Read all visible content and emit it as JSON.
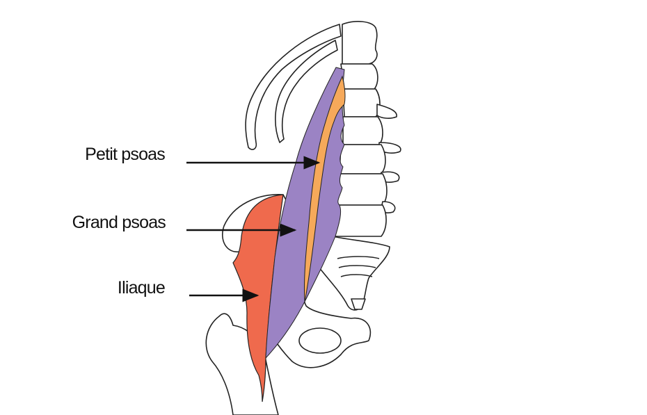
{
  "labels": {
    "petit_psoas": "Petit psoas",
    "grand_psoas": "Grand psoas",
    "iliaque": "Iliaque"
  },
  "colors": {
    "petit_psoas": "#f6a95a",
    "grand_psoas": "#9b83c4",
    "iliaque": "#ef6a4d"
  }
}
